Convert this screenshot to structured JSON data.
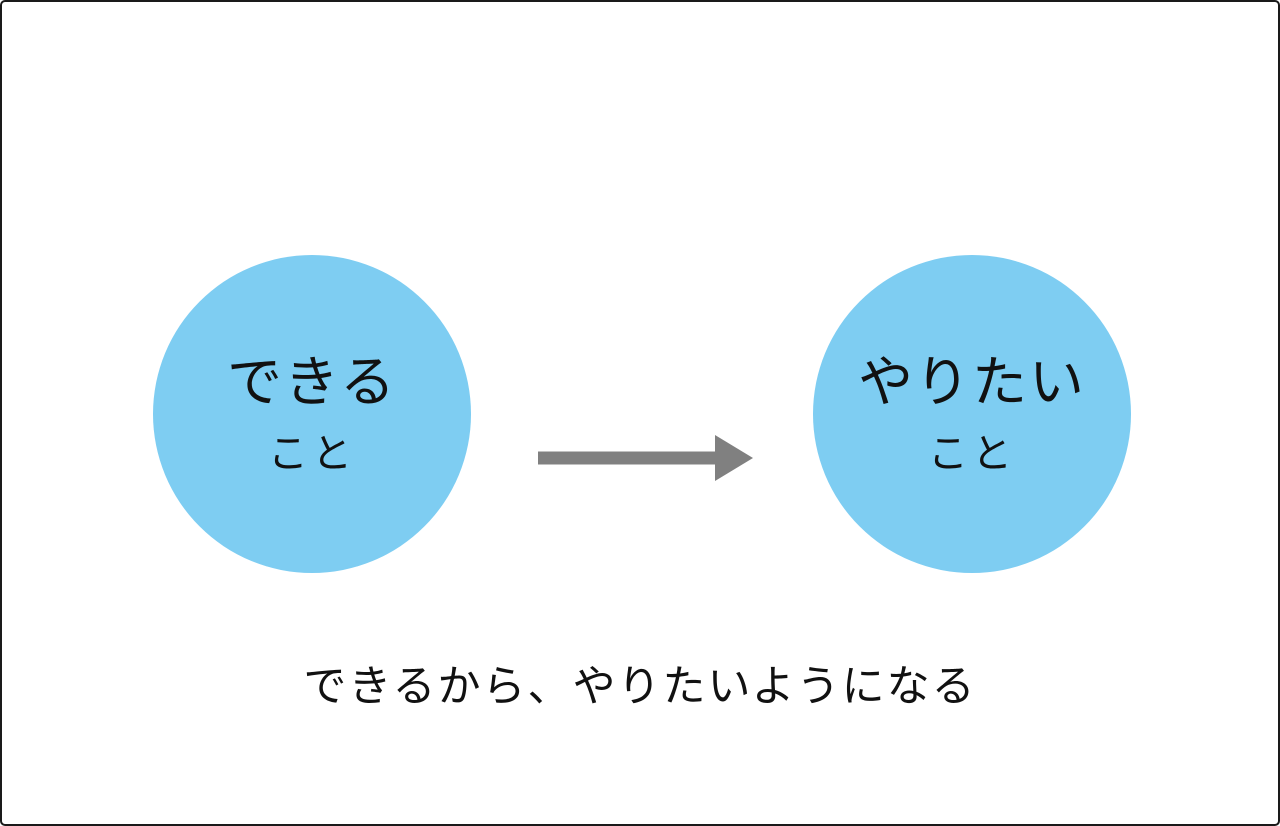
{
  "canvas": {
    "background": "#ffffff",
    "border_color": "#1a1a1a"
  },
  "diagram": {
    "left_circle": {
      "line1": "できる",
      "line2": "こと",
      "fill": "#7ecdf2"
    },
    "right_circle": {
      "line1": "やりたい",
      "line2": "こと",
      "fill": "#7ecdf2"
    },
    "arrow": {
      "direction": "right",
      "color": "#808080"
    },
    "caption": "できるから、やりたいようになる",
    "text_color": "#111111"
  }
}
